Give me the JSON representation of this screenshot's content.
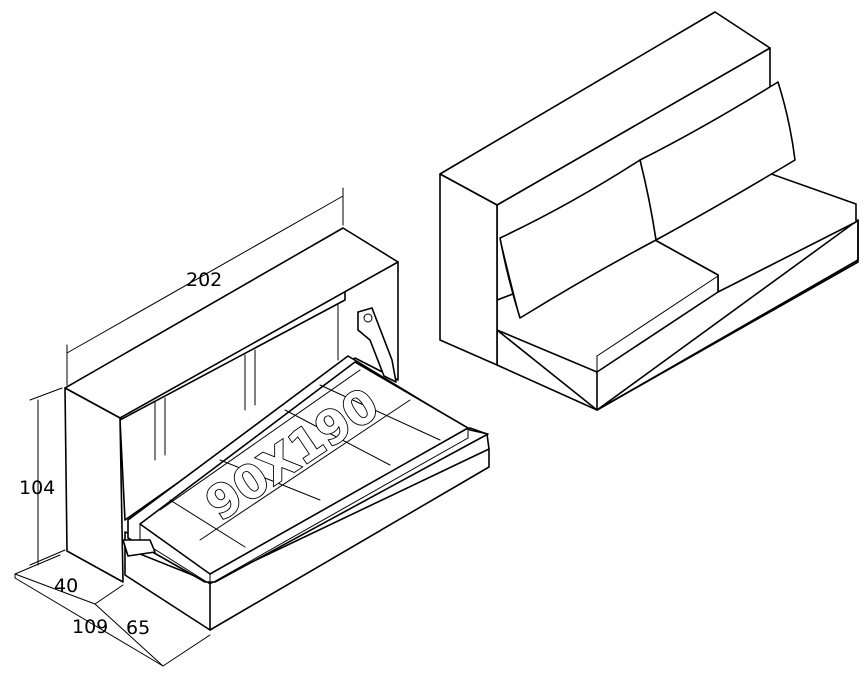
{
  "dimensions": {
    "width": "202",
    "height": "104",
    "depth_closed": "40",
    "depth_total": "109",
    "depth_extension": "65"
  },
  "bed_size_label": "90X190"
}
